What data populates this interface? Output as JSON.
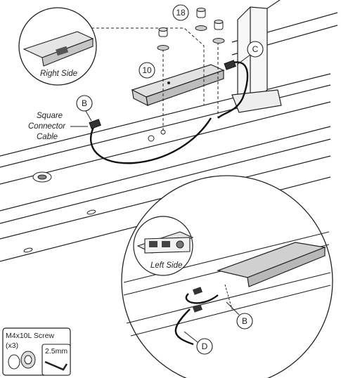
{
  "callouts": {
    "screw_part": "18",
    "control_box_part": "10",
    "connector_c": "C",
    "connector_b_top": "B",
    "connector_b_detail": "B",
    "connector_d": "D"
  },
  "captions": {
    "right_side": "Right Side",
    "left_side": "Left Side",
    "square_cable_line1": "Square",
    "square_cable_line2": "Connector",
    "square_cable_line3": "Cable"
  },
  "hardware": {
    "screw_label": "M4x10L Screw",
    "screw_qty": "(x3)",
    "tool_label": "2.5mm"
  },
  "colors": {
    "stroke": "#222222",
    "panel_fill": "#cfcfcf",
    "frame_fill": "#f4f4f4",
    "background": "#ffffff"
  }
}
